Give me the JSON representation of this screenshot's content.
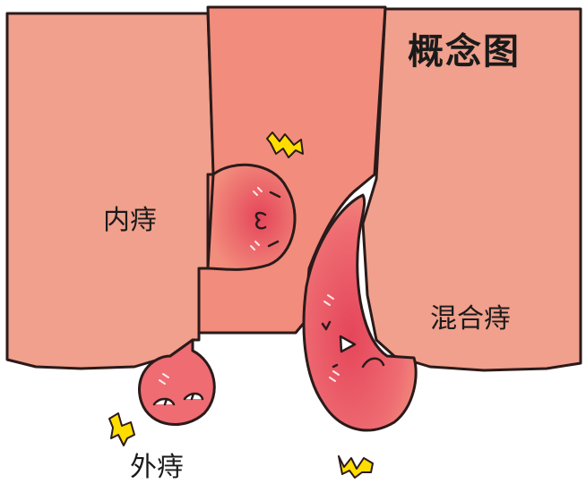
{
  "title": "概念图",
  "labels": {
    "internal": "内痔",
    "mixed": "混合痔",
    "external": "外痔"
  },
  "colors": {
    "tissue_light": "#f0a08c",
    "canal": "#f28c7c",
    "lump": "#ee6c72",
    "lump_core": "#e5455a",
    "outline": "#2b1a1a",
    "spark": "#ffdd00"
  },
  "icons": [
    "sparkle-icon",
    "face-icon"
  ]
}
